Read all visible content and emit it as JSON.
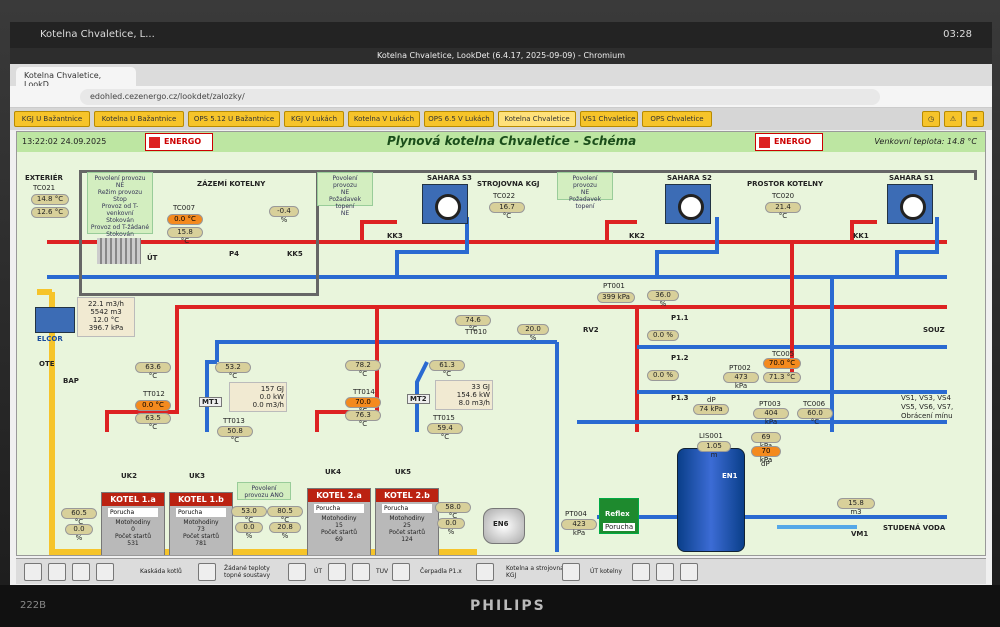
{
  "os": {
    "app_tab": "Kotelna Chvaletice, L...",
    "clock": "03:28"
  },
  "window": {
    "title": "Kotelna Chvaletice, LookDet (6.4.17, 2025-09-09) - Chromium"
  },
  "browser": {
    "tab_title": "Kotelna Chvaletice, LookD",
    "url": "edohled.cezenergo.cz/lookdet/zalozky/"
  },
  "nav_tabs": [
    "KGJ U Bažantnice",
    "Kotelna U Bažantnice",
    "OPS 5.12 U Bažantnice",
    "KGJ V Lukách",
    "Kotelna V Lukách",
    "OPS 6.5 V Lukách",
    "Kotelna Chvaletice",
    "VS1 Chvaletice",
    "OPS Chvaletice"
  ],
  "header": {
    "datetime": "13:22:02 24.09.2025",
    "title": "Plynová kotelna Chvaletice - Schéma",
    "outdoor_label": "Venkovní teplota:",
    "outdoor_value": "14.8 °C",
    "logo": "ENERGO"
  },
  "exterier": {
    "title": "EXTERIÉR",
    "tag": "TC021",
    "v1": "14.8 °C",
    "v2": "12.6 °C"
  },
  "zazemi": {
    "title": "ZÁZEMÍ KOTELNY",
    "info": [
      "Povolení provozu",
      "NE",
      "Režim provozu",
      "Stop",
      "Provoz od T-venkovní",
      "Stokován",
      "Provoz od T-žádané",
      "Stokován"
    ],
    "tc007": "TC007",
    "tc007a": "0.0 °C",
    "tc007b": "15.8 °C",
    "pct": "-0.4 %",
    "p4": "P4",
    "kk5": "KK5",
    "ut": "ÚT"
  },
  "strojovna": {
    "title": "STROJOVNA KGJ",
    "tc022": "TC022",
    "tc022v": "16.7 °C",
    "sahara3": "SAHARA S3",
    "kk3": "KK3",
    "info": [
      "Povolení provozu",
      "NE",
      "Požadavek topení",
      "NE"
    ]
  },
  "prostor": {
    "title": "PROSTOR KOTELNY",
    "sahara2": "SAHARA S2",
    "sahara1": "SAHARA S1",
    "tc020": "TC020",
    "tc020v": "21.4 °C",
    "kk2": "KK2",
    "kk1": "KK1"
  },
  "elcor": {
    "flow": "22.1 m3/h",
    "vol": "5542 m3",
    "temp": "12.0 °C",
    "press": "396.7 kPa",
    "name": "ELCOR",
    "bap": "BAP",
    "ote": "OTE"
  },
  "mid": {
    "tt010": "TT010",
    "tt010v": "74.6 °C",
    "rv2": "RV2",
    "rv2pct": "20.0 %",
    "pt001": "PT001",
    "pt001v": "399 kPa",
    "p11": "P1.1",
    "p12": "P1.2",
    "p13": "P1.3",
    "p11v": "36.0 %",
    "p11b": "0.0 %",
    "p12v": "0.0 %",
    "pt002": "PT002",
    "pt002v": "473 kPa",
    "tc005": "TC005",
    "tc005v": "70.0 °C",
    "tc005b": "71.3 °C",
    "dp": "dP",
    "dpv": "74 kPa",
    "pt003": "PT003",
    "pt003v": "404 kPa",
    "tc006": "TC006",
    "tc006v": "60.0 °C",
    "souz": "SOUZ",
    "vs": "VS1, VS3, VS4",
    "vs2": "VS5, VS6, VS7,",
    "vs3": "Obrácení mínu"
  },
  "mt1": {
    "t1": "63.6 °C",
    "t2": "53.2 °C",
    "name": "MT1",
    "gj": "157 GJ",
    "kw": "0.0 kW",
    "m3": "0.0 m3/h",
    "tt012": "TT012",
    "tt012v": "0.0 °C",
    "tt012b": "63.5 °C",
    "tt013": "TT013",
    "tt013v": "50.8 °C"
  },
  "mt2": {
    "t1": "78.2 °C",
    "t2": "61.3 °C",
    "name": "MT2",
    "gj": "33 GJ",
    "mw": "154.6 kW",
    "m3": "8.0 m3/h",
    "tt014": "TT014",
    "tt014v": "70.0 °C",
    "tt014b": "76.3 °C",
    "tt015": "TT015",
    "tt015v": "59.4 °C"
  },
  "boilers": [
    {
      "name": "KOTEL 1.a",
      "st": "Porucha",
      "mh": "Motohodiny",
      "mhv": "0",
      "ps": "Počet startů",
      "psv": "531",
      "uk": "UK2"
    },
    {
      "name": "KOTEL 1.b",
      "st": "Porucha",
      "mh": "Motohodiny",
      "mhv": "73",
      "ps": "Počet startů",
      "psv": "781",
      "uk": "UK3"
    },
    {
      "name": "KOTEL 2.a",
      "st": "Porucha",
      "mh": "Motohodiny",
      "mhv": "15",
      "ps": "Počet startů",
      "psv": "69",
      "uk": "UK4"
    },
    {
      "name": "KOTEL 2.b",
      "st": "Porucha",
      "mh": "Motohodiny",
      "mhv": "25",
      "ps": "Počet startů",
      "psv": "124",
      "uk": "UK5"
    }
  ],
  "boiler_temps": {
    "b1l": "60.5 °C",
    "b1lp": "0.0 %",
    "b1r": "53.0 °C",
    "b1rp": "0.0 %",
    "b2l": "80.5 °C",
    "b2lp": "20.8 %",
    "b2r": "58.0 °C",
    "b2rp": "0.0 %",
    "box": "Povolení provozu ANO"
  },
  "right": {
    "lis": "LIS001",
    "lisv": "1.05 m",
    "en1": "EN1",
    "en6": "EN6",
    "dp1": "69 kPa",
    "dp2": "70 kPa",
    "dpl": "dP",
    "pt004": "PT004",
    "pt004v": "423 kPa",
    "reflex": "Reflex",
    "reflexst": "Porucha",
    "vm1": "VM1",
    "vm1v": "15.8 m3",
    "sv": "STUDENÁ VODA"
  },
  "bottom": {
    "kaskada": "Kaskáda kotlů",
    "zadane": "Žádané teploty topné soustavy",
    "ut": "ÚT",
    "tuv": "TUV",
    "cerpadla": "Čerpadla P1.x",
    "kotelna": "Kotelna a strojovna KGJ",
    "utkotelny": "ÚT kotelny"
  },
  "monitor": {
    "brand": "PHILIPS",
    "model": "222B"
  }
}
